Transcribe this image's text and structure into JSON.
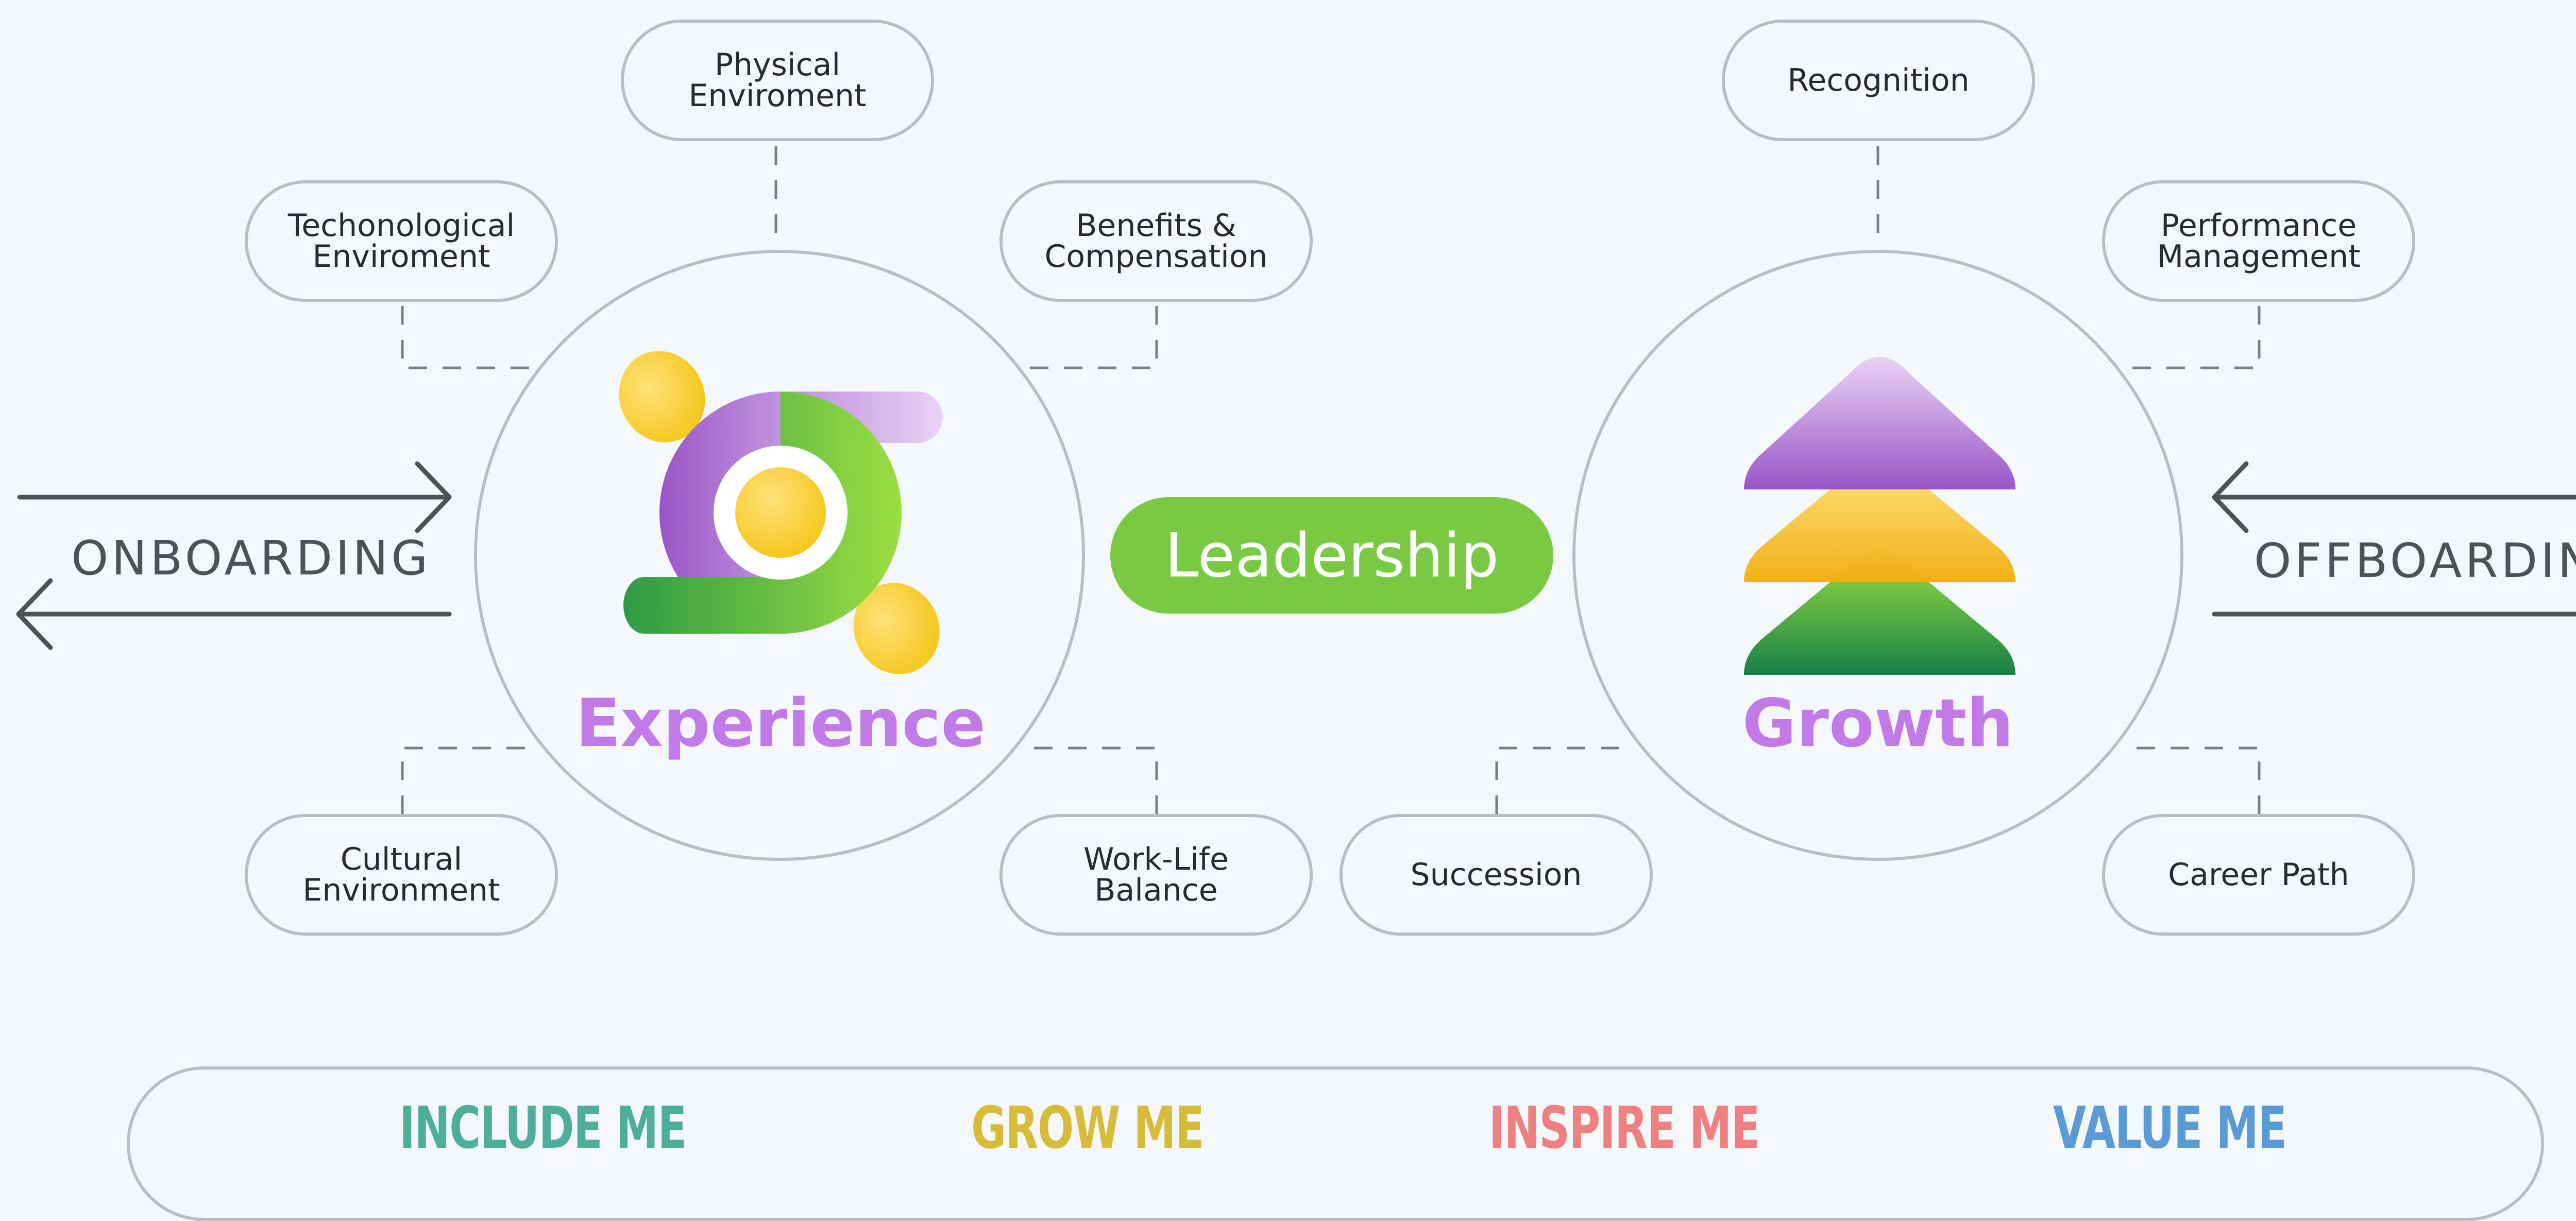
{
  "flow": {
    "onboarding": "ONBOARDING",
    "offboarding": "OFFBOARDING"
  },
  "hubs": {
    "experience": {
      "title": "Experience",
      "icon": "experience-swirl-icon",
      "categories": {
        "physical": "Physical\nEnviroment",
        "technological": "Techonological\nEnviroment",
        "benefits": "Benefits &\nCompensation",
        "cultural": "Cultural\nEnvironment",
        "worklife": "Work-Life\nBalance"
      }
    },
    "growth": {
      "title": "Growth",
      "icon": "growth-mountain-layers-icon",
      "categories": {
        "recognition": "Recognition",
        "performance": "Performance\nManagement",
        "succession": "Succession",
        "career": "Career Path"
      }
    }
  },
  "center": {
    "leadership": "Leadership"
  },
  "mottos": [
    {
      "text": "INCLUDE ME",
      "color": "#4daf9a"
    },
    {
      "text": "GROW ME",
      "color": "#d9bb3a"
    },
    {
      "text": "INSPIRE ME",
      "color": "#f08080"
    },
    {
      "text": "VALUE ME",
      "color": "#5b9bd5"
    }
  ],
  "colors": {
    "title": "#c27ae9",
    "leadership": "#7ac943",
    "outline": "#b9bec3",
    "background": "#f4f8fb"
  }
}
